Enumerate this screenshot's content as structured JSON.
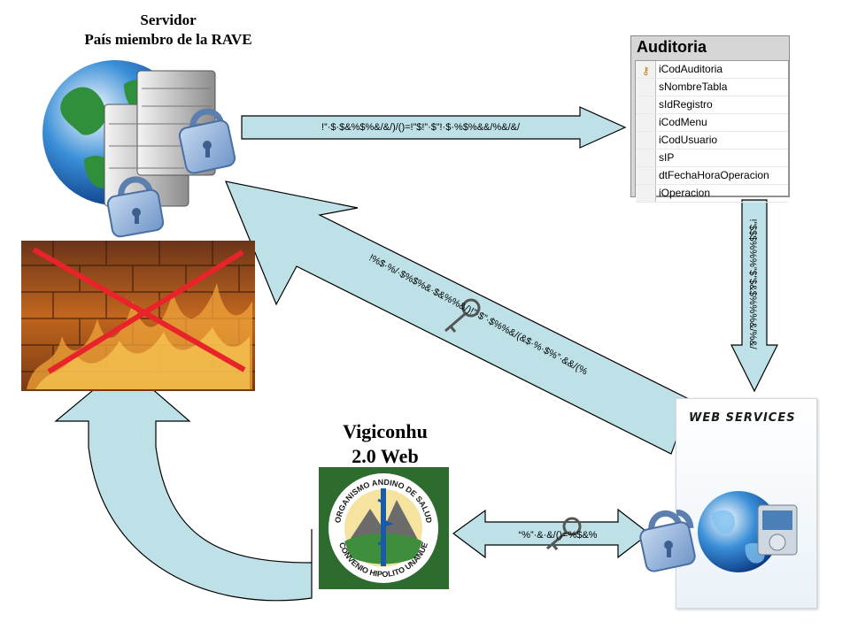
{
  "server": {
    "title_line1": "Servidor",
    "title_line2": "País miembro  de la RAVE"
  },
  "audit_table": {
    "title": "Auditoria",
    "fields": [
      "iCodAuditoria",
      "sNombreTabla",
      "sIdRegistro",
      "iCodMenu",
      "iCodUsuario",
      "sIP",
      "dtFechaHoraOperacion",
      "iOperacion"
    ]
  },
  "arrows": {
    "server_to_audit": "!”·$·$&%$%&/&/)/()=!”$!”·$”!·$·%$%&&/%&/&/",
    "audit_to_webservices": "!”$$$%%%”$”$&$%%%&/%&/",
    "webservices_to_server": "!%$·%/·$%$%&·$&%%&/)!”·$”·$%%&/(&$·%·$%”·&&/(%",
    "vigiconhu_webservices": "“%”·&·&/()=%$&%"
  },
  "web_services": {
    "label": "WEB SERVICES"
  },
  "vigiconhu": {
    "title_line1": "Vigiconhu",
    "title_line2": "2.0 Web"
  },
  "logo": {
    "text_top": "ORGANISMO ANDINO DE SALUD",
    "text_bottom": "CONVENIO HIPOLITO UNANUE"
  },
  "colors": {
    "arrow_fill": "#bde1e7",
    "arrow_stroke": "#000000",
    "cross": "#e8232a",
    "lock": "#8fb1d9"
  }
}
